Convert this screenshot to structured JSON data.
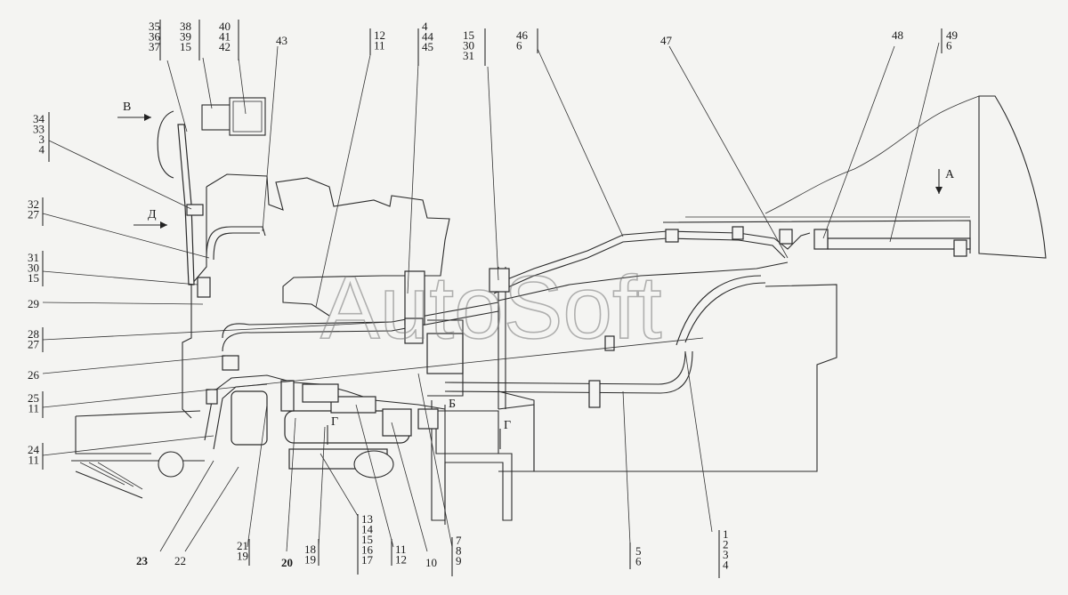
{
  "watermark": "AutoSoft",
  "view_marks": {
    "a": "А",
    "b": "Б",
    "v": "В",
    "g1": "Г",
    "g2": "Г",
    "d": "Д"
  },
  "callouts": {
    "c_35_37": [
      "35",
      "36",
      "37"
    ],
    "c_38_15": [
      "38",
      "39",
      "15"
    ],
    "c_40_42": [
      "40",
      "41",
      "42"
    ],
    "c_43": [
      "43"
    ],
    "c_12_11": [
      "12",
      "11"
    ],
    "c_4_45": [
      "4",
      "44",
      "45"
    ],
    "c_15_31": [
      "15",
      "30",
      "31"
    ],
    "c_46_6": [
      "46",
      "6"
    ],
    "c_47": [
      "47"
    ],
    "c_48": [
      "48"
    ],
    "c_49_6": [
      "49",
      "6"
    ],
    "c_34_4": [
      "34",
      "33",
      "3",
      "4"
    ],
    "c_32_27": [
      "32",
      "27"
    ],
    "c_31_15": [
      "31",
      "30",
      "15"
    ],
    "c_29": [
      "29"
    ],
    "c_28_27": [
      "28",
      "27"
    ],
    "c_26": [
      "26"
    ],
    "c_25_11": [
      "25",
      "11"
    ],
    "c_24_11": [
      "24",
      "11"
    ],
    "c_23": [
      "23"
    ],
    "c_22": [
      "22"
    ],
    "c_21_19": [
      "21",
      "19"
    ],
    "c_20": [
      "20"
    ],
    "c_18_19": [
      "18",
      "19"
    ],
    "c_13_17": [
      "13",
      "14",
      "15",
      "16",
      "17"
    ],
    "c_11_12": [
      "11",
      "12"
    ],
    "c_10": [
      "10"
    ],
    "c_7_9": [
      "7",
      "8",
      "9"
    ],
    "c_5_6": [
      "5",
      "6"
    ],
    "c_1_4": [
      "1",
      "2",
      "3",
      "4"
    ]
  }
}
